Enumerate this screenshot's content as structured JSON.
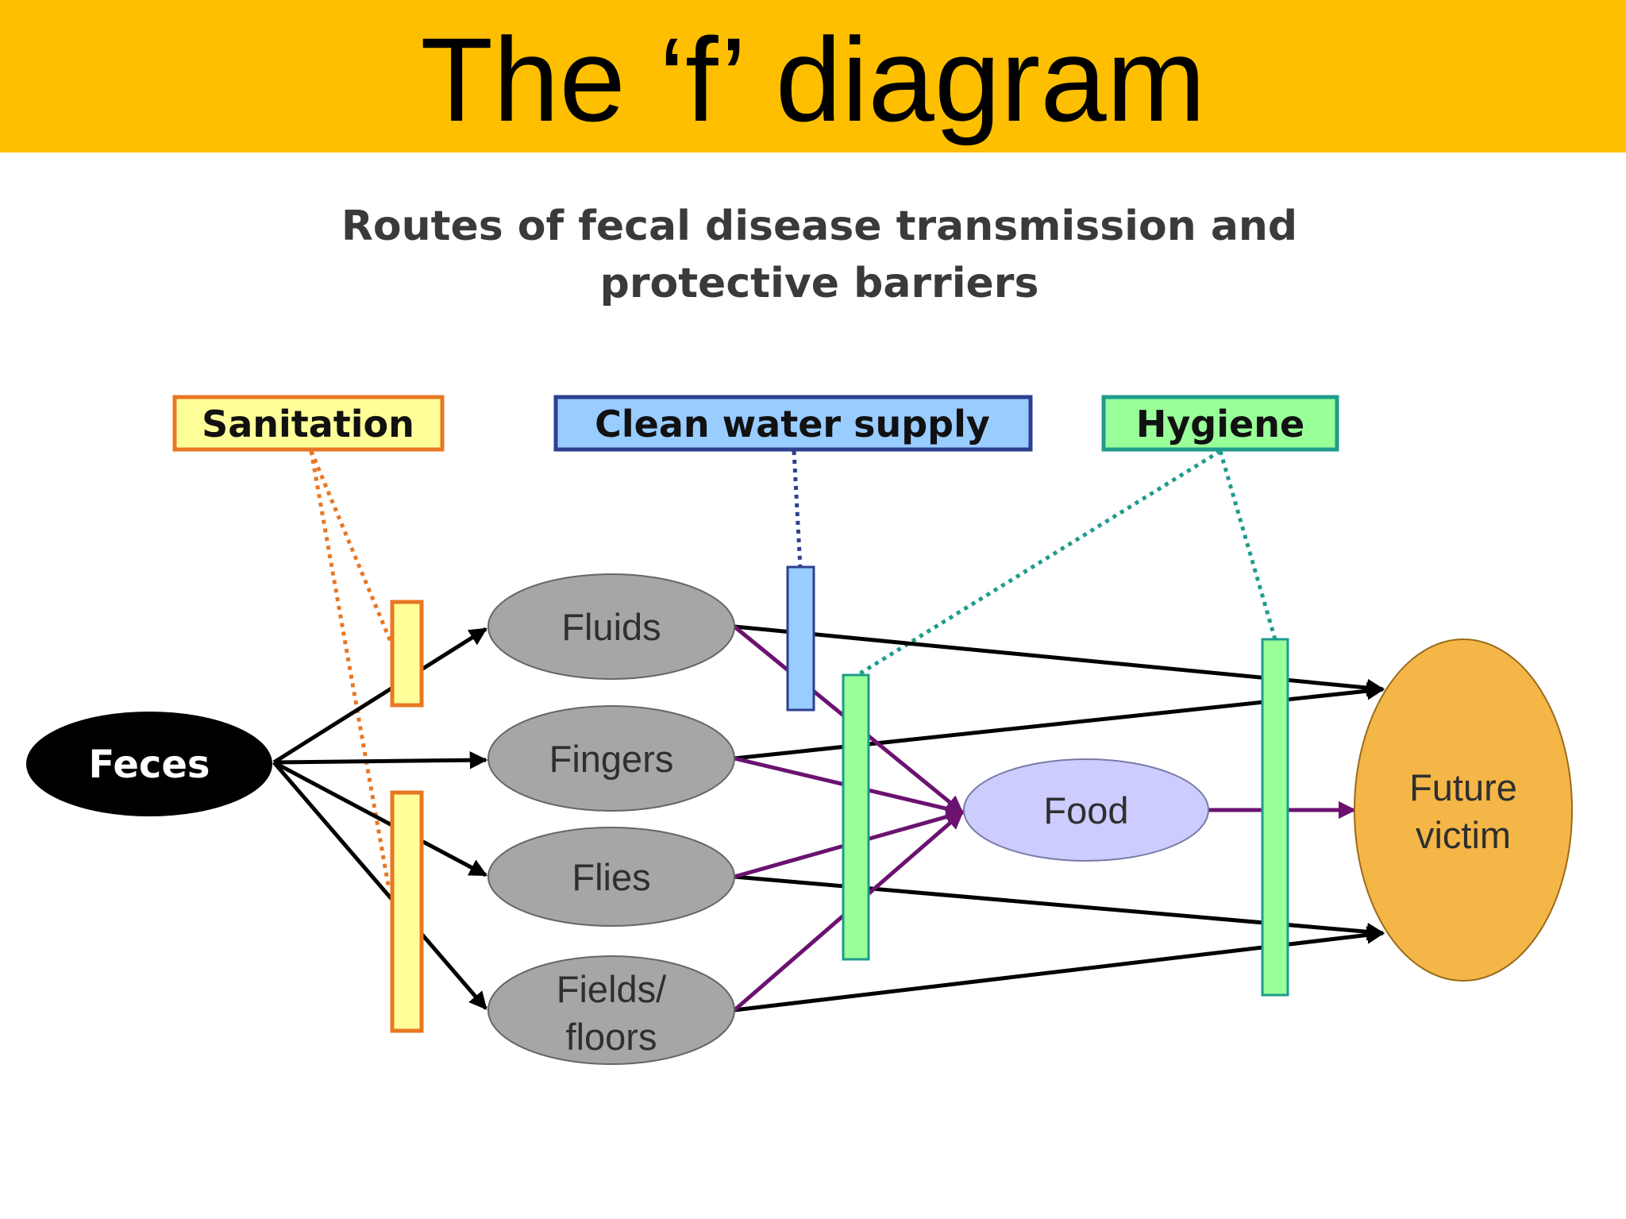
{
  "slide": {
    "title": "The ‘f’ diagram"
  },
  "diagram": {
    "subtitle_line1": "Routes of fecal disease transmission and",
    "subtitle_line2": "protective barriers",
    "barriers": {
      "sanitation": "Sanitation",
      "clean_water": "Clean water supply",
      "hygiene": "Hygiene"
    },
    "nodes": {
      "feces": "Feces",
      "fluids": "Fluids",
      "fingers": "Fingers",
      "flies": "Flies",
      "fields_line1": "Fields/",
      "fields_line2": "floors",
      "food": "Food",
      "victim_line1": "Future",
      "victim_line2": "victim"
    },
    "colors": {
      "title_bar": "#fdbf00",
      "sanitation_fill": "#ffff99",
      "sanitation_border": "#e87722",
      "water_fill": "#99ccff",
      "water_border": "#2f3f8f",
      "hygiene_fill": "#99ff99",
      "hygiene_border": "#1f9c8c",
      "node_fill": "#a6a6a6",
      "food_fill": "#ccccff",
      "victim_fill": "#f4b646",
      "feces_fill": "#000000",
      "arrow_black": "#000000",
      "arrow_purple": "#6b1270"
    }
  }
}
